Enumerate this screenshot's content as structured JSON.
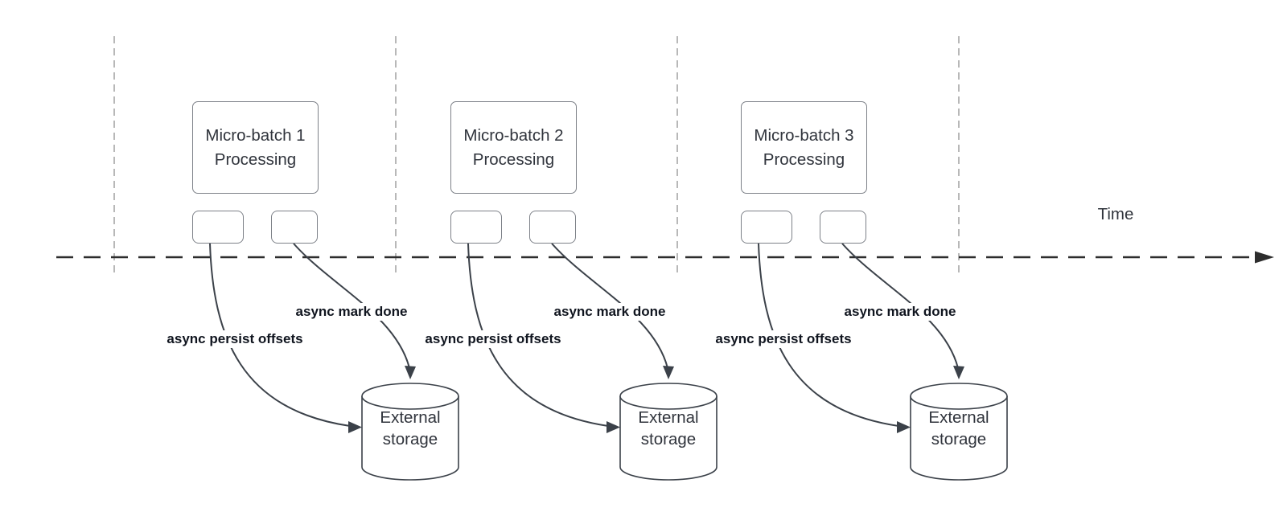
{
  "axis": {
    "label": "Time"
  },
  "groups": [
    {
      "batch_title": "Micro-batch 1",
      "batch_subtitle": "Processing",
      "persist_label": "async persist offsets",
      "done_label": "async mark done",
      "storage_title": "External",
      "storage_subtitle": "storage"
    },
    {
      "batch_title": "Micro-batch 2",
      "batch_subtitle": "Processing",
      "persist_label": "async persist offsets",
      "done_label": "async mark done",
      "storage_title": "External",
      "storage_subtitle": "storage"
    },
    {
      "batch_title": "Micro-batch 3",
      "batch_subtitle": "Processing",
      "persist_label": "async persist offsets",
      "done_label": "async mark done",
      "storage_title": "External",
      "storage_subtitle": "storage"
    }
  ],
  "colors": {
    "background": "#ffffff",
    "timeline": "#2d2d2d",
    "guide": "#a6a6a6",
    "shape_stroke": "#7d8188",
    "dark_stroke": "#3b4149",
    "text": "#30343c",
    "label_text": "#10151f"
  }
}
